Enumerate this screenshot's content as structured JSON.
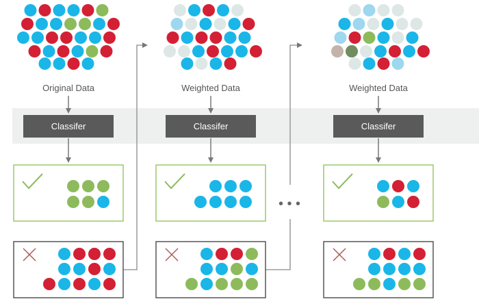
{
  "colors": {
    "blue": "#1ab6e8",
    "red": "#d32035",
    "green": "#8dbb5c",
    "pale": "#dde8e6",
    "lightblue": "#9dd8ef",
    "gray": "#c4b3ab",
    "darkgreen": "#6f8d5e",
    "band": "#eef0ef",
    "classifier": "#5a5a5a",
    "correct_border": "#9cc869",
    "wrong_border": "#555555",
    "check": "#8dbb5c",
    "cross": "#b05a55",
    "connector": "#8a8a8a"
  },
  "icons": {
    "correct": "check-icon",
    "wrong": "cross-icon",
    "flow": "arrow-icon"
  },
  "ellipsis": "• • •",
  "stages": [
    {
      "label": "Original Data",
      "classifier_label": "Classifer",
      "cluster": [
        [
          "blue",
          "red",
          "blue",
          "blue",
          "red",
          "green"
        ],
        [
          "red",
          "blue",
          "blue",
          "green",
          "green",
          "blue",
          "red"
        ],
        [
          "blue",
          "blue",
          "red",
          "red",
          "blue",
          "blue",
          "red"
        ],
        [
          "red",
          "blue",
          "red",
          "blue",
          "green",
          "red"
        ],
        [
          "blue",
          "blue",
          "red",
          "blue"
        ]
      ],
      "correct": [
        [
          "green",
          "green",
          "green"
        ],
        [
          "green",
          "green",
          "blue"
        ]
      ],
      "wrong": [
        [
          "blue",
          "red",
          "red",
          "red"
        ],
        [
          "blue",
          "blue",
          "red",
          "blue"
        ],
        [
          "red",
          "blue",
          "red",
          "blue",
          "red"
        ]
      ]
    },
    {
      "label": "Weighted Data",
      "classifier_label": "Classifer",
      "cluster": [
        [
          "pale",
          "blue",
          "red",
          "blue",
          "pale"
        ],
        [
          "lightblue",
          "pale",
          "blue",
          "pale",
          "blue",
          "red"
        ],
        [
          "red",
          "blue",
          "red",
          "red",
          "blue",
          "blue"
        ],
        [
          "pale",
          "pale",
          "blue",
          "red",
          "blue",
          "blue",
          "red"
        ],
        [
          "blue",
          "pale",
          "blue",
          "red"
        ]
      ],
      "correct": [
        [
          "blue",
          "blue",
          "blue"
        ],
        [
          "blue",
          "blue",
          "blue",
          "blue"
        ]
      ],
      "wrong": [
        [
          "blue",
          "red",
          "red",
          "green"
        ],
        [
          "blue",
          "blue",
          "green",
          "blue"
        ],
        [
          "green",
          "blue",
          "green",
          "green",
          "green"
        ]
      ]
    },
    {
      "label": "Weighted Data",
      "classifier_label": "Classifer",
      "cluster": [
        [
          "pale",
          "lightblue",
          "pale",
          "pale"
        ],
        [
          "blue",
          "lightblue",
          "pale",
          "blue",
          "pale",
          "pale"
        ],
        [
          "lightblue",
          "red",
          "green",
          "blue",
          "pale",
          "blue"
        ],
        [
          "gray",
          "darkgreen",
          "pale",
          "blue",
          "red",
          "blue",
          "red"
        ],
        [
          "pale",
          "blue",
          "red",
          "lightblue"
        ]
      ],
      "correct": [
        [
          "blue",
          "red",
          "blue"
        ],
        [
          "green",
          "blue",
          "red"
        ]
      ],
      "wrong": [
        [
          "blue",
          "red",
          "blue",
          "red"
        ],
        [
          "blue",
          "blue",
          "blue",
          "blue"
        ],
        [
          "green",
          "green",
          "blue",
          "green",
          "green"
        ]
      ]
    }
  ]
}
